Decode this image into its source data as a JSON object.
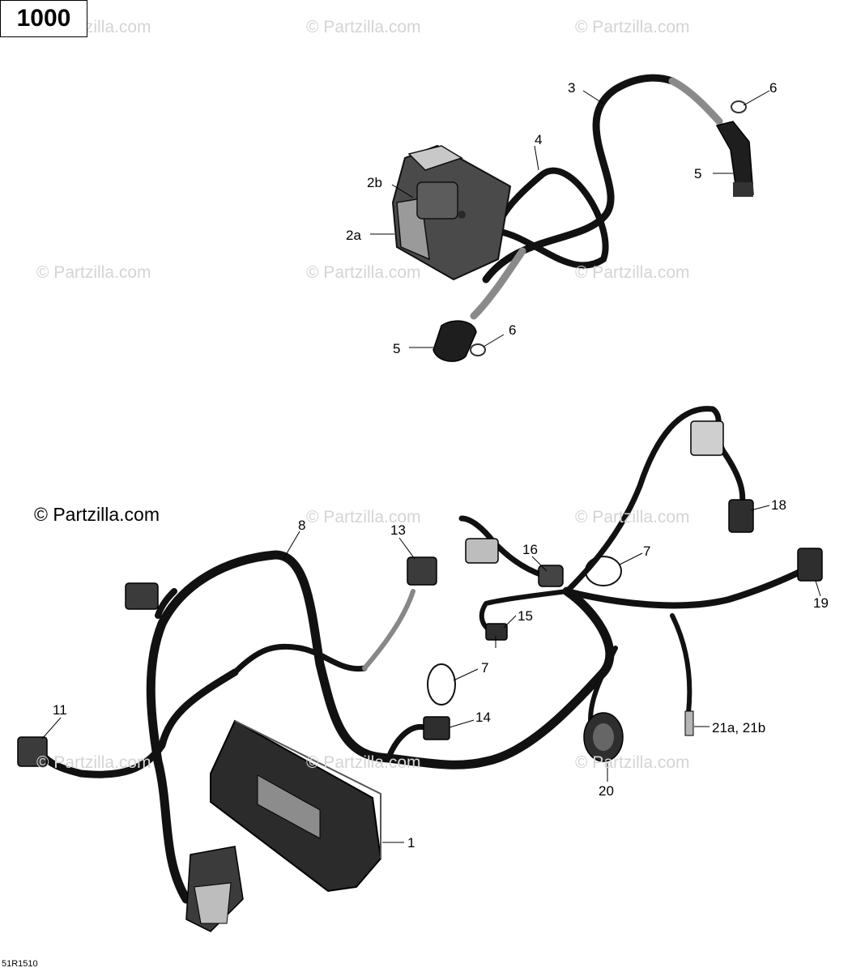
{
  "model_label": "1000",
  "reference_code": "51R1510",
  "copyright": "© Partzilla.com",
  "watermark_text": "© Partzilla.com",
  "callouts": [
    {
      "id": "1",
      "label": "1"
    },
    {
      "id": "2a",
      "label": "2a"
    },
    {
      "id": "2b",
      "label": "2b"
    },
    {
      "id": "3",
      "label": "3"
    },
    {
      "id": "4",
      "label": "4"
    },
    {
      "id": "5-upper",
      "label": "5"
    },
    {
      "id": "5-lower",
      "label": "5"
    },
    {
      "id": "6-upper",
      "label": "6"
    },
    {
      "id": "6-lower",
      "label": "6"
    },
    {
      "id": "7-upper",
      "label": "7"
    },
    {
      "id": "7-lower",
      "label": "7"
    },
    {
      "id": "8",
      "label": "8"
    },
    {
      "id": "11",
      "label": "11"
    },
    {
      "id": "13",
      "label": "13"
    },
    {
      "id": "14",
      "label": "14"
    },
    {
      "id": "15",
      "label": "15"
    },
    {
      "id": "16",
      "label": "16"
    },
    {
      "id": "18",
      "label": "18"
    },
    {
      "id": "19",
      "label": "19"
    },
    {
      "id": "20",
      "label": "20"
    },
    {
      "id": "21",
      "label": "21a, 21b"
    }
  ]
}
